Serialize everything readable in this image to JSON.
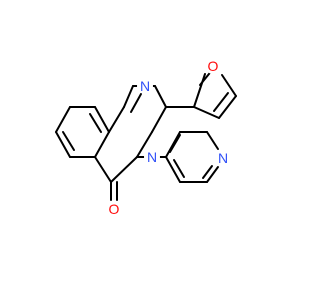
{
  "atoms": {
    "n1": {
      "symbol": "N",
      "color": "#3050F8"
    },
    "n3": {
      "symbol": "N",
      "color": "#3050F8"
    },
    "o_carbonyl": {
      "symbol": "O",
      "color": "#FF0D0D"
    },
    "o_furan": {
      "symbol": "O",
      "color": "#FF0D0D"
    },
    "n_pyridine": {
      "symbol": "N",
      "color": "#3050F8"
    }
  }
}
